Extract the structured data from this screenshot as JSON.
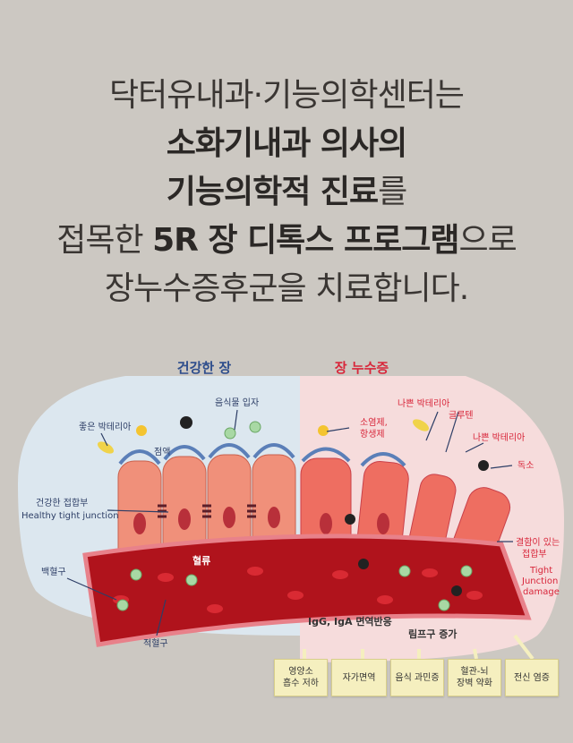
{
  "headline": {
    "line1": "닥터유내과·기능의학센터는",
    "line2": "소화기내과 의사의",
    "line3_bold": "기능의학적 진료",
    "line3_rest": "를",
    "line4_a": "접목한 ",
    "line4_bold": "5R 장 디톡스 프로그램",
    "line4_b": "으로",
    "line5": "장누수증후군을 치료합니다."
  },
  "diagram": {
    "healthy_title": "건강한 장",
    "leaky_title": "장 누수증",
    "labels": {
      "good_bacteria": "좋은 박테리아",
      "food_particles": "음식물 입자",
      "mucus": "점액",
      "healthy_tight_ko": "건강한 접합부",
      "healthy_tight_en": "Healthy tight junction",
      "white_blood_cell": "백혈구",
      "blood_flow": "혈류",
      "red_blood_cell": "적혈구",
      "bad_bacteria_1": "나쁜 박테리아",
      "gluten": "글루텐",
      "additives_1": "소염제,",
      "additives_2": "항생제",
      "bad_bacteria_2": "나쁜 박테리아",
      "toxin": "독소",
      "damaged_ko_1": "결함이 있는",
      "damaged_ko_2": "접합부",
      "damaged_en_1": "Tight",
      "damaged_en_2": "Junction",
      "damaged_en_3": "damage",
      "immune": "IgG, IgA 면역반응",
      "lymph": "림프구 증가"
    },
    "effects": [
      {
        "l1": "영양소",
        "l2": "흡수 저하"
      },
      {
        "l1": "자가면역",
        "l2": ""
      },
      {
        "l1": "음식 과민증",
        "l2": ""
      },
      {
        "l1": "혈관-뇌",
        "l2": "장벽 약화"
      },
      {
        "l1": "전신 염증",
        "l2": ""
      }
    ],
    "colors": {
      "healthy_title": "#2d4d8c",
      "leaky_title": "#d8263a",
      "blood": "#b0131c",
      "cell": "#f0907a"
    }
  }
}
